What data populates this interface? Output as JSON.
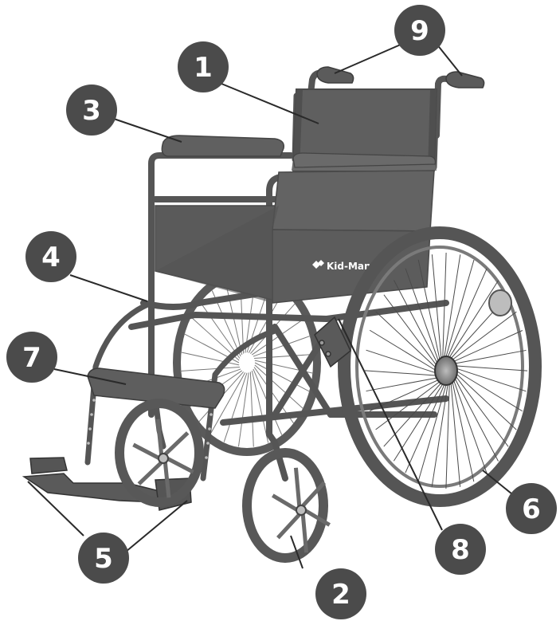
{
  "brand": {
    "name": "Kid-Man"
  },
  "colors": {
    "badge": "#4b4b4b",
    "badge_text": "#ffffff",
    "frame": "#585858",
    "frame_dark": "#3a3a3a",
    "upholstery": "#5e5e5e",
    "tire": "#6a6a6a",
    "spoke": "#4a4a4a",
    "leader": "#2a2a2a"
  },
  "callouts": [
    {
      "id": "1",
      "label": "1"
    },
    {
      "id": "2",
      "label": "2"
    },
    {
      "id": "3",
      "label": "3"
    },
    {
      "id": "4",
      "label": "4"
    },
    {
      "id": "5",
      "label": "5"
    },
    {
      "id": "6",
      "label": "6"
    },
    {
      "id": "7",
      "label": "7"
    },
    {
      "id": "8",
      "label": "8"
    },
    {
      "id": "9",
      "label": "9"
    }
  ]
}
